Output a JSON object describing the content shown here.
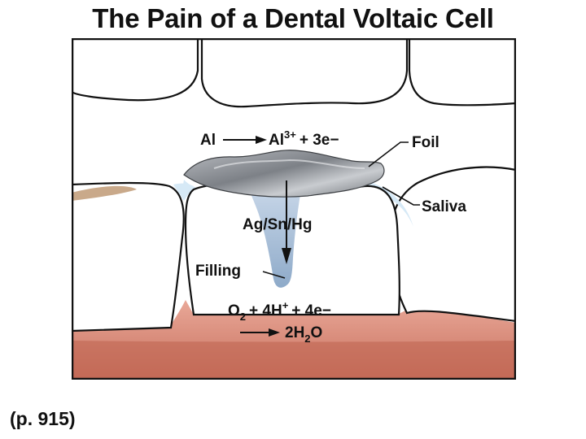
{
  "title": "The Pain of a Dental Voltaic Cell",
  "page_ref": "(p. 915)",
  "labels": {
    "anode_reactant": "Al",
    "anode_product_base": "Al",
    "anode_product_charge": "3+",
    "anode_electrons": "+ 3e−",
    "foil": "Foil",
    "saliva": "Saliva",
    "filling_composition": "Ag/Sn/Hg",
    "filling": "Filling",
    "cathode_o": "O",
    "cathode_o_sub": "2",
    "cathode_h": "+ 4H",
    "cathode_h_sup": "+",
    "cathode_e": "+ 4e−",
    "cathode_prod_a": "2H",
    "cathode_prod_sub": "2",
    "cathode_prod_b": "O"
  },
  "colors": {
    "gum": "#c8705e",
    "tooth": "#ffffff",
    "foil": "#8d9096",
    "saliva": "#d6e9f6",
    "filling": "#9fb7d3",
    "outline": "#111111"
  }
}
